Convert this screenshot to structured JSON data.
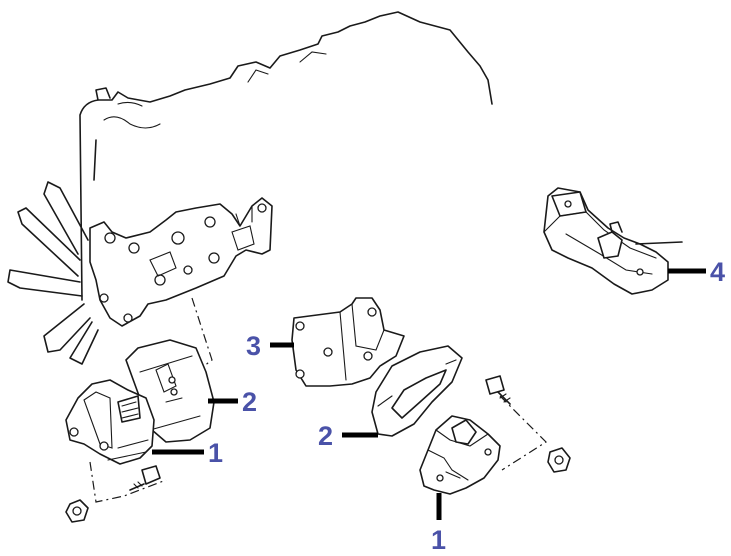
{
  "callouts": [
    {
      "id": "left-mount",
      "label": "1"
    },
    {
      "id": "left-insulator",
      "label": "2"
    },
    {
      "id": "bracket",
      "label": "3"
    },
    {
      "id": "right-insulator",
      "label": "2"
    },
    {
      "id": "right-mount",
      "label": "1"
    },
    {
      "id": "rear-mount",
      "label": "4"
    }
  ],
  "colors": {
    "callout_text": "#4a52a8",
    "leader": "#000000",
    "line_art": "#1a1a1a"
  }
}
